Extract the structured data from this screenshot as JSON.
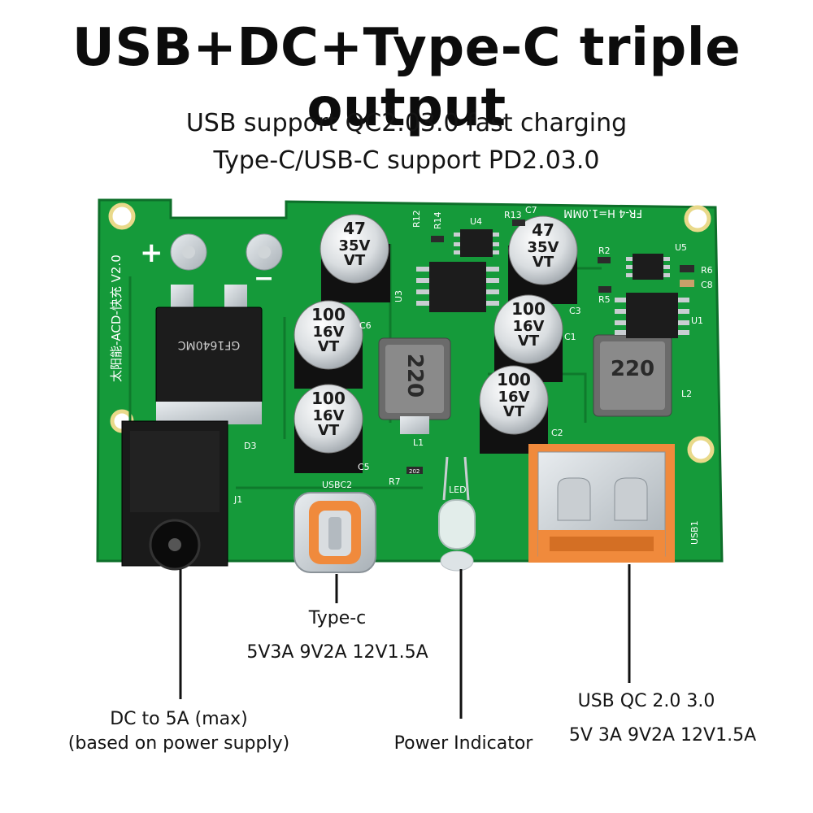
{
  "title": "USB+DC+Type-C triple output",
  "subtitles": [
    "USB support QC2.03.0 fast charging",
    "Type-C/USB-C support PD2.03.0"
  ],
  "callouts": {
    "typec": {
      "name": "Type-c",
      "spec": "5V3A 9V2A 12V1.5A"
    },
    "dc": {
      "line1": "DC to 5A (max)",
      "line2": "(based on power supply)"
    },
    "indicator": {
      "label": "Power Indicator"
    },
    "usb": {
      "name": "USB QC 2.0 3.0",
      "spec": "5V 3A 9V2A 12V1.5A"
    }
  },
  "board": {
    "version": "太阳能-ACD-快充 V2.0",
    "fr_text": "FR-4 H=1.0MM",
    "capacitors": [
      {
        "value": "47",
        "voltage": "35V",
        "mark": "VT"
      },
      {
        "value": "47",
        "voltage": "35V",
        "mark": "VT"
      },
      {
        "value": "100",
        "voltage": "16V",
        "mark": "VT"
      },
      {
        "value": "100",
        "voltage": "16V",
        "mark": "VT"
      },
      {
        "value": "100",
        "voltage": "16V",
        "mark": "VT"
      },
      {
        "value": "100",
        "voltage": "16V",
        "mark": "VT"
      }
    ],
    "inductors": [
      "220",
      "220"
    ],
    "diode": "GF1640MC",
    "refs": {
      "j1": "J1",
      "d3": "D3",
      "usbc2": "USBC2",
      "usb1": "USB1",
      "led": "LED",
      "l1": "L1",
      "l2": "L2",
      "c2": "C2",
      "c3": "C3",
      "c5": "C5",
      "c6": "C6",
      "c1": "C1",
      "c7": "C7",
      "c8": "C8",
      "r12": "R12",
      "r14": "R14",
      "r13": "R13",
      "r7": "R7",
      "r2": "R2",
      "r5": "R5",
      "r6": "R6",
      "u3": "U3",
      "u4": "U4",
      "u5": "U5",
      "u1": "U1",
      "res_code": "202"
    },
    "plus_sign": "+",
    "minus_sign": "−"
  },
  "colors": {
    "pcb": "#159a3a",
    "pcb_dark": "#0f7a2c",
    "connector_orange": "#f08a3c"
  }
}
